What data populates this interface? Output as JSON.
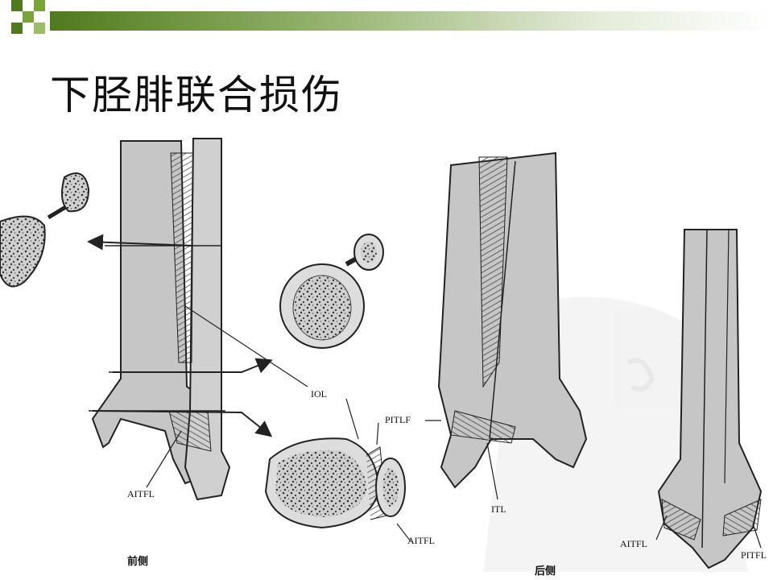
{
  "slide": {
    "title": "下胫腓联合损伤",
    "accent_color": "#4f7a1f"
  },
  "figure": {
    "labels": {
      "iol": "IOL",
      "pitlf": "PITLF",
      "aitfl_front": "AITFL",
      "aitfl_section": "AITFL",
      "itl": "ITL",
      "aitfl_right": "AITFL",
      "pitfl_right": "PITFL"
    },
    "captions": {
      "front": "前侧",
      "back": "后侧"
    }
  }
}
